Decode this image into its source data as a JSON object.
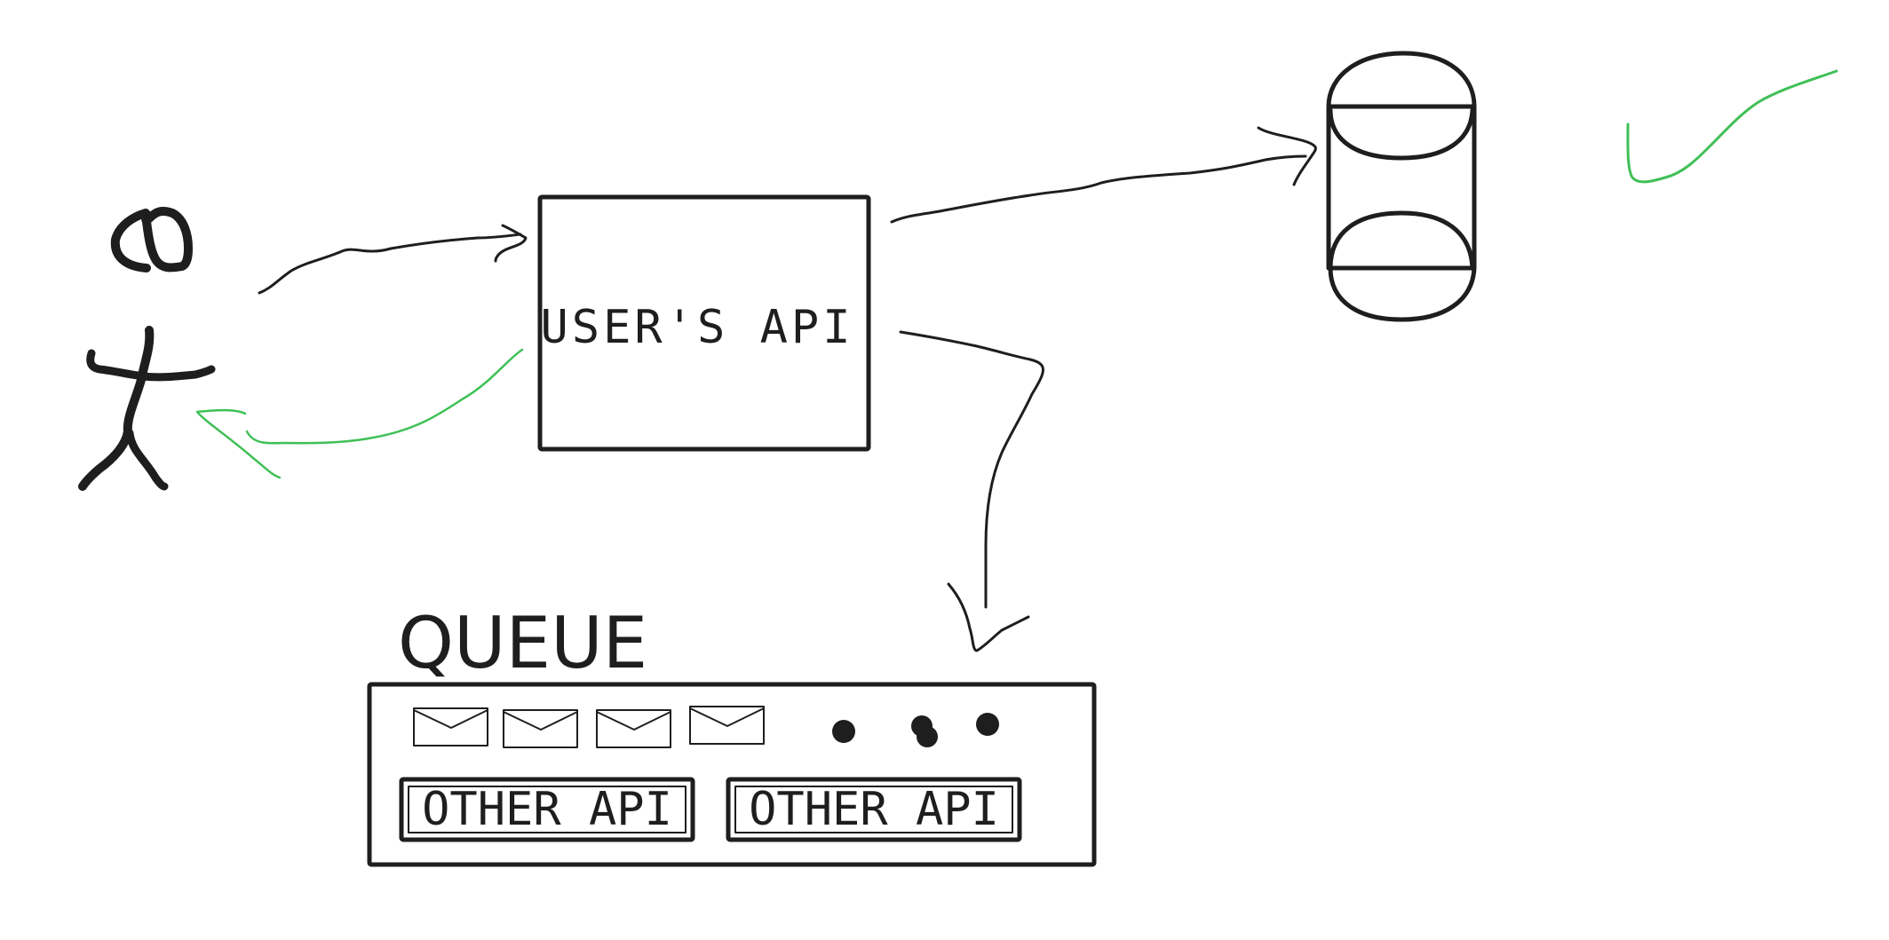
{
  "diagram": {
    "api_box": {
      "label": "USER'S API"
    },
    "queue": {
      "title": "QUEUE"
    },
    "workers": [
      {
        "label": "OTHER API"
      },
      {
        "label": "OTHER API"
      }
    ],
    "colors": {
      "ink": "#1e1e1e",
      "response": "#40c057",
      "background": "#ffffff"
    },
    "icons": [
      "stick-figure-icon",
      "database-icon",
      "envelope-icon",
      "checkmark-icon"
    ]
  }
}
